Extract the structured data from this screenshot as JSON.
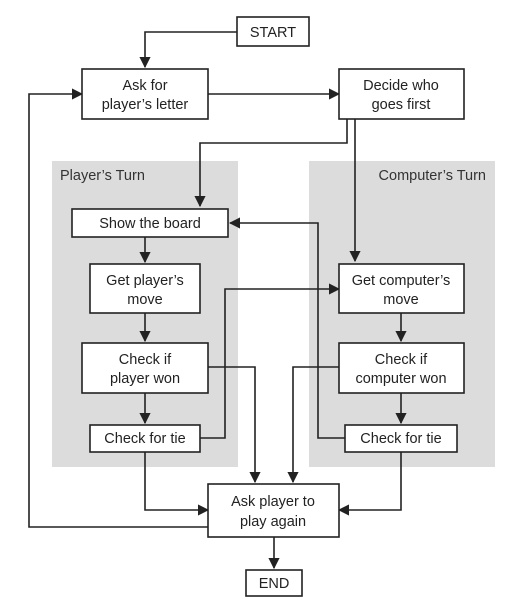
{
  "panels": {
    "player": "Player’s Turn",
    "computer": "Computer’s Turn"
  },
  "nodes": {
    "start": [
      "START"
    ],
    "ask_letter": [
      "Ask for",
      "player’s letter"
    ],
    "decide_first": [
      "Decide who",
      "goes first"
    ],
    "show_board": [
      "Show the board"
    ],
    "get_player_move": [
      "Get player’s",
      "move"
    ],
    "check_player_won": [
      "Check if",
      "player won"
    ],
    "check_tie_player": [
      "Check for tie"
    ],
    "get_computer_move": [
      "Get computer’s",
      "move"
    ],
    "check_computer_won": [
      "Check if",
      "computer won"
    ],
    "check_tie_computer": [
      "Check for tie"
    ],
    "play_again": [
      "Ask player to",
      "play again"
    ],
    "end": [
      "END"
    ]
  },
  "edges": [
    {
      "from": "start",
      "to": "ask_letter"
    },
    {
      "from": "ask_letter",
      "to": "decide_first"
    },
    {
      "from": "decide_first",
      "to": "show_board"
    },
    {
      "from": "decide_first",
      "to": "get_computer_move"
    },
    {
      "from": "show_board",
      "to": "get_player_move"
    },
    {
      "from": "get_player_move",
      "to": "check_player_won"
    },
    {
      "from": "check_player_won",
      "to": "check_tie_player"
    },
    {
      "from": "check_player_won",
      "to": "play_again"
    },
    {
      "from": "check_tie_player",
      "to": "get_computer_move"
    },
    {
      "from": "check_tie_player",
      "to": "play_again"
    },
    {
      "from": "get_computer_move",
      "to": "check_computer_won"
    },
    {
      "from": "check_computer_won",
      "to": "check_tie_computer"
    },
    {
      "from": "check_computer_won",
      "to": "play_again"
    },
    {
      "from": "check_tie_computer",
      "to": "show_board"
    },
    {
      "from": "check_tie_computer",
      "to": "play_again"
    },
    {
      "from": "play_again",
      "to": "ask_letter"
    },
    {
      "from": "play_again",
      "to": "end"
    }
  ]
}
